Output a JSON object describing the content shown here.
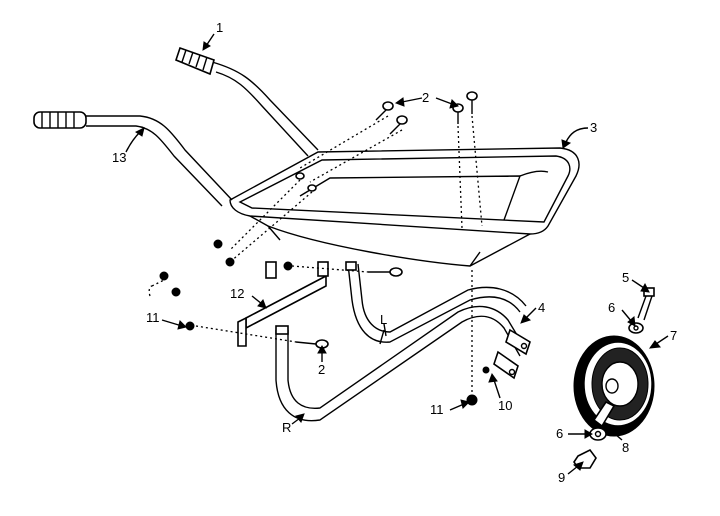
{
  "diagram": {
    "callouts": {
      "c1": "1",
      "c2_top": "2",
      "c2_bottom": "2",
      "c3": "3",
      "c4": "4",
      "c5": "5",
      "c6_top": "6",
      "c6_bottom": "6",
      "c7": "7",
      "c8": "8",
      "c9": "9",
      "c10": "10",
      "c11_left": "11",
      "c11_bottom": "11",
      "c12": "12",
      "c13": "13",
      "side_l": "L",
      "side_r": "R"
    }
  }
}
